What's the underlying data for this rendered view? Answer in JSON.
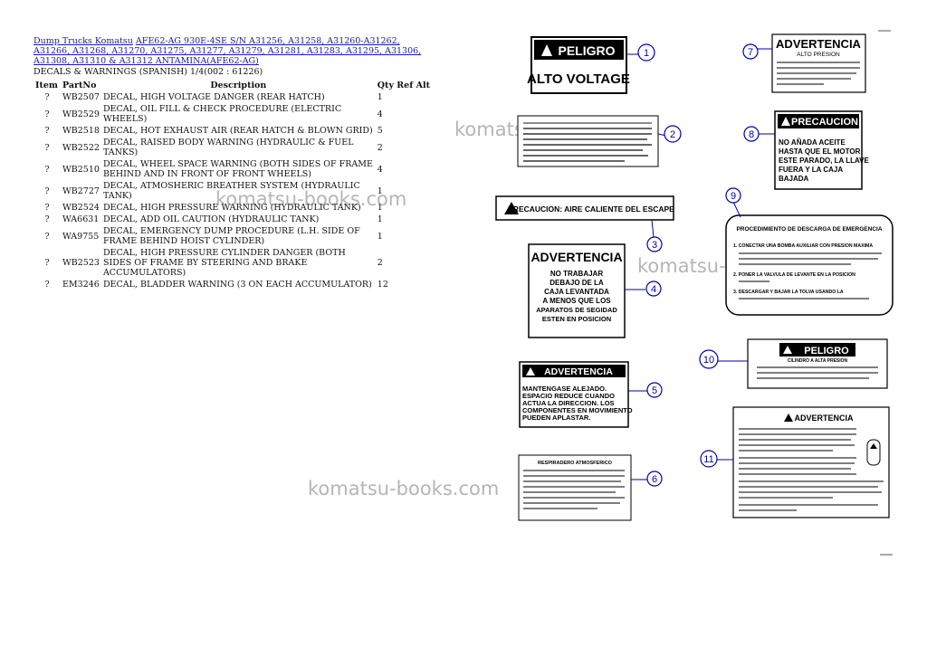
{
  "breadcrumb": {
    "link1": "Dump Trucks Komatsu",
    "link2": "AFE62-AG 930E-4SE S/N A31256, A31258, A31260-A31262, A31266, A31268, A31270, A31275, A31277, A31279, A31281, A31283, A31295, A31306, A31308, A31310 & A31312 ANTAMINA(AFE62-AG)"
  },
  "subtitle": "DECALS & WARNINGS (SPANISH) 1/4(002 : 61226)",
  "table": {
    "headers": [
      "Item",
      "PartNo",
      "Description",
      "Qty",
      "Ref",
      "Alt"
    ],
    "rows": [
      {
        "item": "?",
        "part": "WB2507",
        "desc": "DECAL, HIGH VOLTAGE DANGER (REAR HATCH)",
        "qty": "1"
      },
      {
        "item": "?",
        "part": "WB2529",
        "desc": "DECAL, OIL FILL & CHECK PROCEDURE (ELECTRIC WHEELS)",
        "qty": "4"
      },
      {
        "item": "?",
        "part": "WB2518",
        "desc": "DECAL, HOT EXHAUST AIR (REAR HATCH & BLOWN GRID)",
        "qty": "5"
      },
      {
        "item": "?",
        "part": "WB2522",
        "desc": "DECAL, RAISED BODY WARNING (HYDRAULIC & FUEL TANKS)",
        "qty": "2"
      },
      {
        "item": "?",
        "part": "WB2510",
        "desc": "DECAL, WHEEL SPACE WARNING (BOTH SIDES OF FRAME BEHIND AND IN FRONT OF FRONT WHEELS)",
        "qty": "4"
      },
      {
        "item": "?",
        "part": "WB2727",
        "desc": "DECAL, ATMOSHERIC BREATHER SYSTEM (HYDRAULIC TANK)",
        "qty": "1"
      },
      {
        "item": "?",
        "part": "WB2524",
        "desc": "DECAL, HIGH PRESSURE WARNING (HYDRAULIC TANK)",
        "qty": "1"
      },
      {
        "item": "?",
        "part": "WA6631",
        "desc": "DECAL, ADD OIL CAUTION (HYDRAULIC TANK)",
        "qty": "1"
      },
      {
        "item": "?",
        "part": "WA9755",
        "desc": "DECAL, EMERGENCY DUMP PROCEDURE (L.H. SIDE OF FRAME BEHIND HOIST CYLINDER)",
        "qty": "1"
      },
      {
        "item": "?",
        "part": "WB2523",
        "desc": "DECAL, HIGH PRESSURE CYLINDER DANGER (BOTH SIDES OF FRAME BY STEERING AND BRAKE ACCUMULATORS)",
        "qty": "2"
      },
      {
        "item": "?",
        "part": "EM3246",
        "desc": "DECAL, BLADDER WARNING (3 ON EACH ACCUMULATOR)",
        "qty": "12"
      }
    ]
  },
  "watermark": "komatsu-books.com",
  "decals": {
    "d1_title": "PELIGRO",
    "d1_body": "ALTO VOLTAGE",
    "d3_text": "PRECAUCION: AIRE CALIENTE DEL ESCAPE",
    "d4_title": "ADVERTENCIA",
    "d4_lines": [
      "NO TRABAJAR",
      "DEBAJO DE LA",
      "CAJA LEVANTADA",
      "A MENOS QUE LOS",
      "APARATOS DE SEGIDAD",
      "ESTEN EN POSICION"
    ],
    "d5_title": "ADVERTENCIA",
    "d5_lines": [
      "MANTENGASE ALEJADO.",
      "ESPACIO REDUCE CUANDO",
      "ACTUA LA DIRECCION. LOS",
      "COMPONENTES EN MOVIMIENTO",
      "PUEDEN APLASTAR."
    ],
    "d6_title": "RESPIRADERO ATMOSFERICO",
    "d7_title": "ADVERTENCIA",
    "d7_sub": "ALTO PRESION",
    "d8_title": "PRECAUCION",
    "d8_lines": [
      "NO AÑADA ACEITE",
      "HASTA QUE EL MOTOR",
      "ESTE PARADO, LA LLAVE",
      "FUERA Y LA CAJA",
      "BAJADA"
    ],
    "d9_title": "PROCEDIMIENTO DE DESCARGA DE EMERGENCIA",
    "d9_steps": [
      "1. CONECTAR UNA BOMBA AUXILIAR CON PRESION MAXIMA",
      "2. PONER LA VALVULA DE LEVANTE EN LA POSICION",
      "3. DESCARGAR Y BAJAR LA TOLVA USANDO LA"
    ],
    "d10_title": "PELIGRO",
    "d10_sub": "CILINDRO A ALTA PRESION",
    "d11_title": "ADVERTENCIA"
  },
  "callouts": [
    "1",
    "2",
    "3",
    "4",
    "5",
    "6",
    "7",
    "8",
    "9",
    "10",
    "11"
  ]
}
